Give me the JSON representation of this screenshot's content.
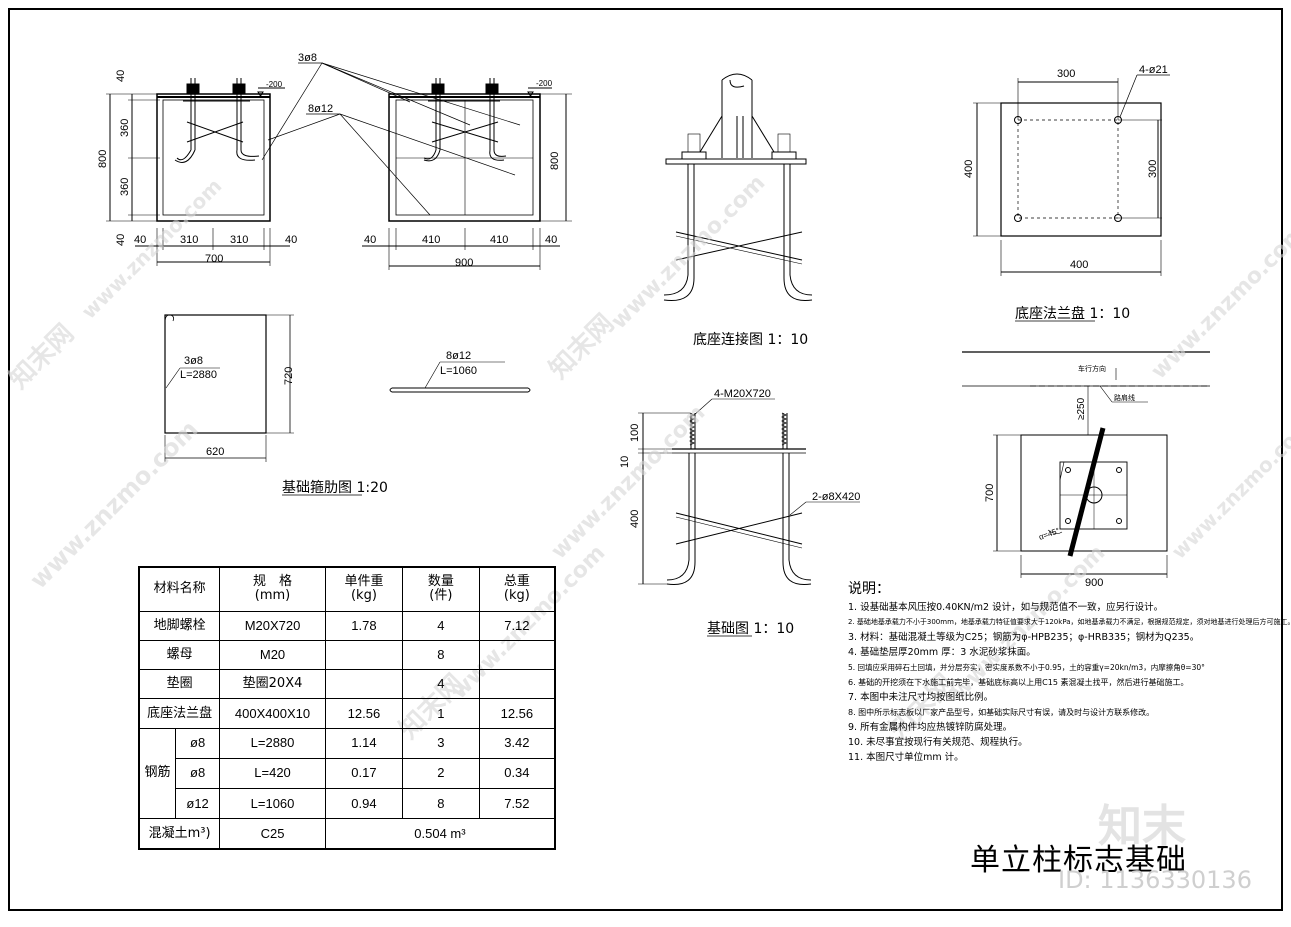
{
  "elevation": {
    "annot_3phi8": "3ø8",
    "annot_8phi12": "8ø12",
    "level_left": "-200",
    "level_right": "-200",
    "dims_left_v": [
      "40",
      "360",
      "360",
      "40"
    ],
    "dim_left_total": "800",
    "dims_left_h": [
      "40",
      "310",
      "310",
      "40"
    ],
    "dim_left_width": "700",
    "dims_right_h": [
      "40",
      "410",
      "410",
      "40"
    ],
    "dim_right_width": "900",
    "dim_right_total": "800"
  },
  "stirrup": {
    "rebar": "3ø8",
    "length": "L=2880",
    "height": "720",
    "width": "620",
    "title": "基础箍肋图 1:20",
    "bar2_rebar": "8ø12",
    "bar2_length": "L=1060"
  },
  "connection": {
    "title": "底座连接图 1：10"
  },
  "flange": {
    "top_dim": "300",
    "holes": "4-ø21",
    "left_dim": "400",
    "right_dim": "300",
    "bottom_dim": "400",
    "title": "底座法兰盘 1：10"
  },
  "foundation": {
    "bolt": "4-M20X720",
    "dim_100": "100",
    "dim_10": "10",
    "dim_400": "400",
    "rebar": "2-ø8X420",
    "title": "基础图 1：10"
  },
  "plan": {
    "lane_label": "车行方向",
    "edge_label": "路肩线",
    "dim_250": "≥250",
    "dim_700": "700",
    "dim_900": "900",
    "angle": "α=45°"
  },
  "table": {
    "headers": [
      "材料名称",
      "规　格\n(mm)",
      "单件重\n(kg)",
      "数量\n(件)",
      "总重\n(kg)"
    ],
    "rows": [
      {
        "name": "地脚螺栓",
        "spec": "M20X720",
        "unit": "1.78",
        "qty": "4",
        "total": "7.12"
      },
      {
        "name": "螺母",
        "spec": "M20",
        "unit": "",
        "qty": "8",
        "total": ""
      },
      {
        "name": "垫圈",
        "spec": "垫圈20X4",
        "unit": "",
        "qty": "4",
        "total": ""
      },
      {
        "name": "底座法兰盘",
        "spec": "400X400X10",
        "unit": "12.56",
        "qty": "1",
        "total": "12.56"
      }
    ],
    "rebar_label": "钢筋",
    "rebar_rows": [
      {
        "dia": "ø8",
        "spec": "L=2880",
        "unit": "1.14",
        "qty": "3",
        "total": "3.42"
      },
      {
        "dia": "ø8",
        "spec": "L=420",
        "unit": "0.17",
        "qty": "2",
        "total": "0.34"
      },
      {
        "dia": "ø12",
        "spec": "L=1060",
        "unit": "0.94",
        "qty": "8",
        "total": "7.52"
      }
    ],
    "concrete_label": "混凝土m³)",
    "concrete_grade": "C25",
    "concrete_volume": "0.504 m³"
  },
  "notes": {
    "heading": "说明：",
    "items": [
      "1. 设基础基本风压按0.40KN/m2 设计，如与规范值不一致，应另行设计。",
      "2. 基础地基承载力不小于300mm，地基承载力特征值要求大于120kPa，如地基承载力不满足，根据规范规定，须对地基进行处理后方可施工。",
      "3. 材料：基础混凝土等级为C25；钢筋为φ-HPB235；φ-HRB335；钢材为Q235。",
      "4. 基础垫层厚20mm 厚：3 水泥砂浆抹面。",
      "5. 回填应采用碎石土回填，并分层夯实，密实度系数不小于0.95，土的容重γ=20kn/m3，内摩擦角θ=30°",
      "6. 基础的开挖须在下水施工前完毕，基础底标高以上用C15 素混凝土找平，然后进行基础施工。",
      "7. 本图中未注尺寸均按图纸比例。",
      "8. 图中所示标志板以厂家产品型号，如基础实际尺寸有误，请及时与设计方联系修改。",
      "9. 所有金属构件均应热镀锌防腐处理。",
      "10. 未尽事宜按现行有关规范、规程执行。",
      "11. 本图尺寸单位mm 计。"
    ]
  },
  "title_block": {
    "title": "单立柱标志基础"
  },
  "watermark": {
    "brand": "知末",
    "text": "www.znzmo.com",
    "brand_cn": "知末网",
    "id": "ID: 1136330136"
  }
}
